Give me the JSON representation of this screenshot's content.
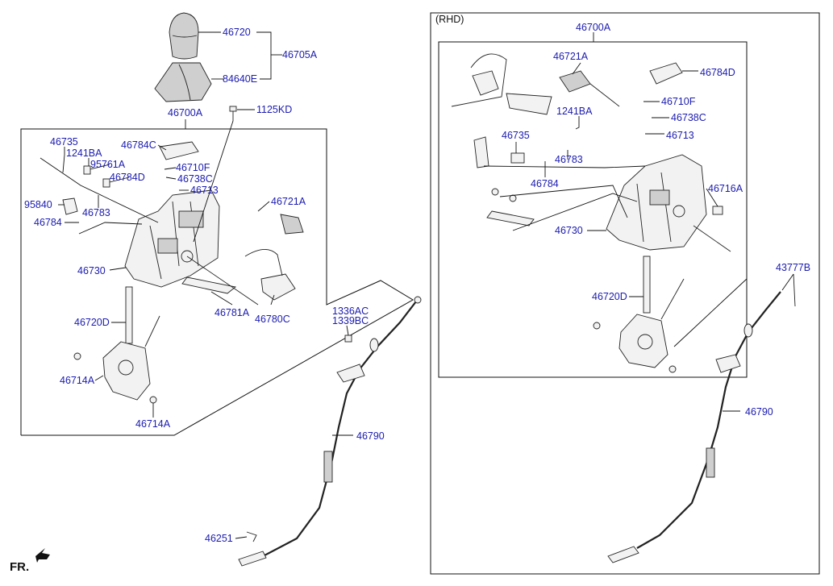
{
  "left_diagram": {
    "labels": {
      "p46720": "46720",
      "p46705A": "46705A",
      "p84640E": "84640E",
      "p46700A": "46700A",
      "p1125KD": "1125KD",
      "p46735": "46735",
      "p1241BA": "1241BA",
      "p46784C": "46784C",
      "p95761A": "95761A",
      "p46784D": "46784D",
      "p46710F": "46710F",
      "p46738C": "46738C",
      "p46713": "46713",
      "p95840": "95840",
      "p46783": "46783",
      "p46721A": "46721A",
      "p46784": "46784",
      "p46730": "46730",
      "p46781A": "46781A",
      "p46780C": "46780C",
      "p46720D": "46720D",
      "p46714A_1": "46714A",
      "p46714A_2": "46714A"
    }
  },
  "center_cable": {
    "labels": {
      "p1336AC": "1336AC",
      "p1339BC": "1339BC",
      "p46790": "46790",
      "p46251": "46251"
    }
  },
  "right_diagram": {
    "section_tag": "(RHD)",
    "labels": {
      "p46700A": "46700A",
      "p46721A": "46721A",
      "p46784D": "46784D",
      "p46710F": "46710F",
      "p1241BA": "1241BA",
      "p46738C": "46738C",
      "p46735": "46735",
      "p46713": "46713",
      "p46783": "46783",
      "p46784": "46784",
      "p46716A": "46716A",
      "p46730": "46730",
      "p43777B": "43777B",
      "p46720D": "46720D",
      "p46790": "46790"
    }
  },
  "orientation": {
    "label": "FR."
  }
}
